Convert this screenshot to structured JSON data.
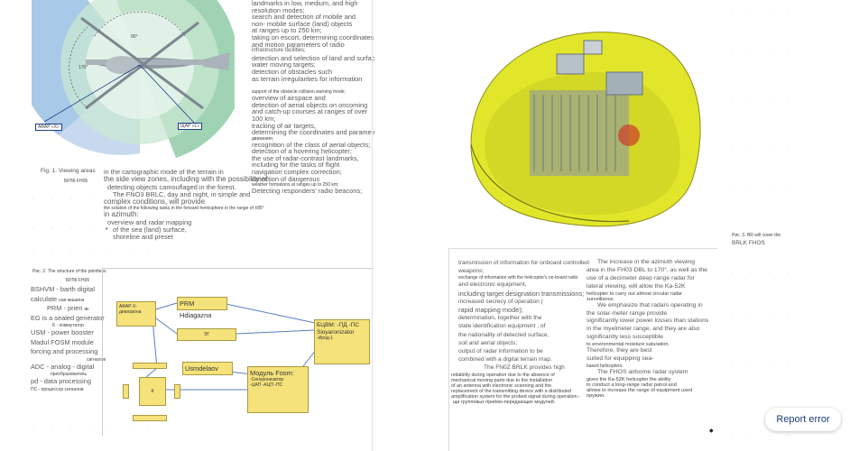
{
  "figure1": {
    "label_left": "АФАР «Х»",
    "label_right": "ЩАР «L»",
    "angle_top": "90°",
    "angle_left": "170°",
    "caption_line1": "Fig. 1. Viewing areas",
    "caption_line2": "БРЛК FH05"
  },
  "left_block": {
    "caption_line1": "Рис. 2. The structure of the pointless",
    "caption_line2": "БРЛК FH05",
    "lines": [
      "BSHVM - barth digital",
      "calculate",
      "PRM - prien",
      "EG is a sealed generator",
      "K - коммутатор",
      "USM - power booster",
      "Madul FOSM module",
      "forcing and processing",
      "сигналов",
      "ADC - analog - digital",
      "преобразователь",
      "pd - data processing",
      "ПС - процессор сигналов"
    ],
    "line_small1": "ная машина",
    "line_small2": "ик"
  },
  "middle_col1": {
    "lines": [
      "in the cartographic mode of the terrain in",
      "the side view zones, including with the possibility of",
      "detecting objects camouflaged in the forest.",
      "The FNO3 BRLC, day and night, in simple and",
      "complex conditions, will provide",
      "the solution of the following tasks in the forward hemisphere in the range of ±85°",
      "in azimuth:",
      "overview and radar mapping",
      "of the sea (land) surface,",
      "shoreline and preset"
    ]
  },
  "middle_col2": {
    "lines": [
      "landmarks in low, medium, and high",
      "resolution modes;",
      "search and detection of mobile and",
      "non- mobile surface (land) objects",
      "at ranges up to 250 km;",
      "taking on escort, determining coordinates",
      "and motion parameters of radio",
      "infrastructure facilities;",
      "detection and selection of land and surface-",
      "water moving targets;",
      "detection of obstacles such",
      "as terrain irregularities for information",
      "support of the obstacle collision warning mode;",
      "overview of airspace and",
      "detection of aerial objects on oncoming",
      "and catch-up courses at ranges of over",
      "100 km;",
      "tracking of air targets,",
      "determining the coordinates and parameters",
      "движения;",
      "recognition of the class of aerial objects;",
      "detection of a hovering helicopter;",
      "the use of radar-contrast landmarks,",
      "including for the tasks of flight",
      "navigation complex correction;",
      "detection of dangerous",
      "weather formations at ranges up to 250 km;",
      "Detecting responders' radio beacons;"
    ]
  },
  "block_diagram": {
    "boxes": {
      "afar": "АФАР Х-диапазона",
      "prm": "PRM Hdiagazna",
      "eg": "ЭГ",
      "usm": "Usmdelaov",
      "k": "К",
      "fosm": "Модуль Fosm:",
      "fosm_sub": "-Синхронизатор -ЦАП -АЦП -ПС",
      "bshvm": "БЦВМ: -ПД -ПС Sioyaronizator",
      "bshvm_sub": "-Ирод-1"
    }
  },
  "right_bottom_col1": {
    "lines": [
      "transmission of information for onboard controlled",
      "weapons;",
      "exchange of information with the helicopter's on-board radio",
      "and electronic equipment,",
      "including target designation transmissions;",
      "increased secrecy of operation (",
      "rapid mapping mode);",
      "determination, together with the",
      "state identification equipment , of",
      "the nationality of detected surface,",
      "soil and aerial objects;",
      "output of radar information to be",
      "combined with a digital terrain map.",
      "The FN0Z BRLK provides high",
      "reliability during operation due to the absence of",
      "mechanical moving parts due to the installation",
      "of an antenna with electronic scanning and the",
      "replacement of the transmitting device with a distributed",
      "amplification system for the probed signal during operation.-",
      "щи групповых приёмо-передающих модулей."
    ]
  },
  "right_bottom_col2": {
    "lines": [
      "The increase in the azimuth viewing",
      "area in the FH03 DBL to 170°, as well as the",
      "use of a decimeter deep range radar for",
      "lateral viewing, will allow the Ka-52K",
      "helicopter to carry out almost circular radar",
      "surveillance.",
      "We emphasize that radars operating in",
      "the solar-meter range provide",
      "significantly lower power losses than stations",
      "in the myelmeter range, and they are also",
      "significantly less susceptible",
      "to environmental moisture saturation.",
      "Therefore, they are best",
      "suited for equipping sea-",
      "based helicopters.",
      "The FHOS airborne radar system",
      "gives the Ka-52K helicopter the ability",
      "to conduct a long-range radar patrol and",
      "allows to increase the range of equipment used",
      "оружия."
    ]
  },
  "right_caption": {
    "line1": "Рис. 3. BR will cover the",
    "line2": "BRLK FHOS"
  },
  "report_button": "Report error",
  "colors": {
    "diagram_box": "#f5e27a",
    "sector_blue": "#a9c9e8",
    "sector_green": "#9fd3b4",
    "radome_yellow": "#e2e62a",
    "report_text": "#1f3a7a"
  }
}
